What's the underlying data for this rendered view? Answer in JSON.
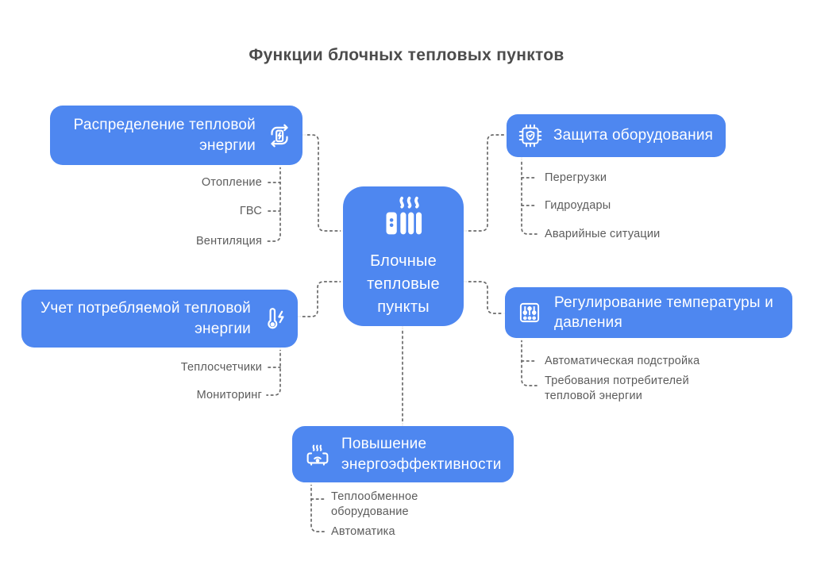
{
  "title": "Функции блочных тепловых пунктов",
  "center": {
    "label": "Блочные\nтепловые\nпункты",
    "icon": "radiator-steam-icon"
  },
  "branches": {
    "distribution": {
      "label": "Распределение тепловой энергии",
      "icon": "energy-cycle-icon",
      "children": [
        "Отопление",
        "ГВС",
        "Вентиляция"
      ]
    },
    "metering": {
      "label": "Учет потребляемой тепловой энергии",
      "icon": "thermometer-bolt-icon",
      "children": [
        "Теплосчетчики",
        "Мониторинг"
      ]
    },
    "protection": {
      "label": "Защита оборудования",
      "icon": "chip-shield-icon",
      "children": [
        "Перегрузки",
        "Гидроудары",
        "Аварийные ситуации"
      ]
    },
    "regulation": {
      "label": "Регулирование температуры и давления",
      "icon": "sliders-icon",
      "children": [
        "Автоматическая подстройка",
        "Требования потребителей тепловой энергии"
      ]
    },
    "efficiency": {
      "label": "Повышение энергоэффективности",
      "icon": "heater-steam-icon",
      "children": [
        "Теплообменное оборудование",
        "Автоматика"
      ]
    }
  },
  "colors": {
    "box_blue": "#4e87f0",
    "box_text": "#ffffff",
    "title_text": "#4c4c4c",
    "label_text": "#5c5c5c",
    "connector": "#6a6a6a"
  }
}
